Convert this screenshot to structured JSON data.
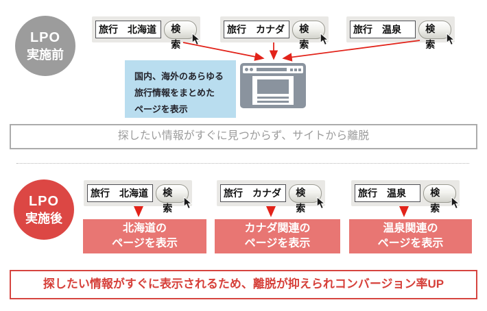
{
  "colors": {
    "before_badge_gray": "#9c9c9c",
    "after_badge_red": "#dc4744",
    "search_panel_bg": "#e9e8e5",
    "note_box_blue": "#b9ddef",
    "browser_icon_gray": "#8a939e",
    "arrow_red": "#e2231a",
    "page_box_red": "#e87673",
    "result_before_gray": "#9c9c9c",
    "result_after_red": "#d6403a"
  },
  "icons": {
    "cursor": "mouse-pointer-arrow",
    "browser": "browser-window"
  },
  "before": {
    "badge": {
      "line1": "LPO",
      "line2": "実施前"
    },
    "searches": [
      {
        "query": "旅行　北海道",
        "button": "検索"
      },
      {
        "query": "旅行　カナダ",
        "button": "検索"
      },
      {
        "query": "旅行　温泉",
        "button": "検索"
      }
    ],
    "note": {
      "line1": "国内、海外のあらゆる",
      "line2": "旅行情報をまとめた",
      "line3": "ページを表示"
    },
    "result": "探したい情報がすぐに見つからず、サイトから離脱"
  },
  "after": {
    "badge": {
      "line1": "LPO",
      "line2": "実施後"
    },
    "searches": [
      {
        "query": "旅行　北海道",
        "button": "検索"
      },
      {
        "query": "旅行　カナダ",
        "button": "検索"
      },
      {
        "query": "旅行　温泉",
        "button": "検索"
      }
    ],
    "pages": [
      {
        "line1": "北海道の",
        "line2": "ページを表示"
      },
      {
        "line1": "カナダ関連の",
        "line2": "ページを表示"
      },
      {
        "line1": "温泉関連の",
        "line2": "ページを表示"
      }
    ],
    "result": "探したい情報がすぐに表示されるため、離脱が抑えられコンバージョン率UP"
  }
}
